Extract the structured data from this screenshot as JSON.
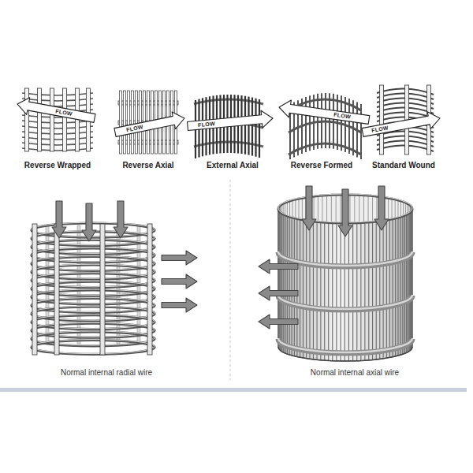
{
  "diagram": {
    "labels": [
      "FLOW",
      "FLOW",
      "FLOW",
      "FLOW",
      "FLOW",
      "Reverse Wrapped",
      "Reverse Axial",
      "External Axial",
      "Reverse Formed",
      "Standard Wound",
      "Normal internal radial wire",
      "Normal internal axial wire"
    ]
  }
}
